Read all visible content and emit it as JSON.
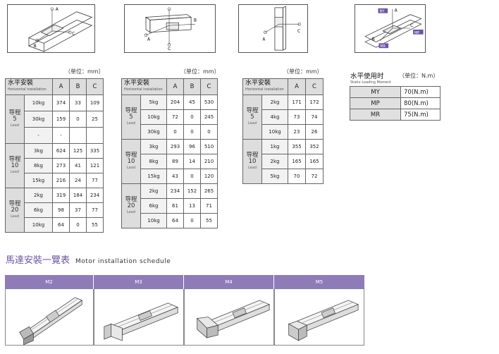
{
  "diagrams": [
    {
      "labels": [
        "A",
        "B",
        "C"
      ]
    },
    {
      "labels": [
        "A",
        "B",
        "C"
      ]
    },
    {
      "labels": [
        "A",
        "C"
      ]
    },
    {
      "labels": [
        "MY",
        "A",
        "MP",
        "MR",
        "B",
        "C"
      ]
    }
  ],
  "table1": {
    "unit": "（单位：mm）",
    "header_cn": "水平安裝",
    "header_en": "Horizontal installation",
    "cols": [
      "A",
      "B",
      "C"
    ],
    "groups": [
      {
        "cn": "导程",
        "num": "5",
        "en": "Lead",
        "rows": [
          [
            "10kg",
            "374",
            "33",
            "109"
          ],
          [
            "30kg",
            "159",
            "0",
            "25"
          ],
          [
            "-",
            "-",
            "",
            ""
          ]
        ]
      },
      {
        "cn": "导程",
        "num": "10",
        "en": "Lead",
        "rows": [
          [
            "3kg",
            "624",
            "125",
            "335"
          ],
          [
            "8kg",
            "273",
            "41",
            "121"
          ],
          [
            "15kg",
            "216",
            "24",
            "77"
          ]
        ]
      },
      {
        "cn": "导程",
        "num": "20",
        "en": "Lead",
        "rows": [
          [
            "2kg",
            "319",
            "184",
            "234"
          ],
          [
            "6kg",
            "98",
            "37",
            "77"
          ],
          [
            "10kg",
            "64",
            "0",
            "55"
          ]
        ]
      }
    ]
  },
  "table2": {
    "unit": "（单位：mm）",
    "header_cn": "水平安裝",
    "header_en": "Horizontal installation",
    "cols": [
      "A",
      "B",
      "C"
    ],
    "groups": [
      {
        "cn": "导程",
        "num": "5",
        "en": "Lead",
        "rows": [
          [
            "5kg",
            "204",
            "45",
            "530"
          ],
          [
            "10kg",
            "72",
            "0",
            "245"
          ],
          [
            "30kg",
            "0",
            "0",
            "0"
          ]
        ]
      },
      {
        "cn": "导程",
        "num": "10",
        "en": "Lead",
        "rows": [
          [
            "3kg",
            "293",
            "96",
            "510"
          ],
          [
            "8kg",
            "89",
            "14",
            "210"
          ],
          [
            "15kg",
            "43",
            "0",
            "120"
          ]
        ]
      },
      {
        "cn": "导程",
        "num": "20",
        "en": "Lead",
        "rows": [
          [
            "2kg",
            "234",
            "152",
            "265"
          ],
          [
            "6kg",
            "61",
            "13",
            "71"
          ],
          [
            "10kg",
            "64",
            "0",
            "55"
          ]
        ]
      }
    ]
  },
  "table3": {
    "unit": "（单位：mm）",
    "header_cn": "水平安裝",
    "header_en": "Horizontal installation",
    "cols": [
      "A",
      "C"
    ],
    "groups": [
      {
        "cn": "导程",
        "num": "5",
        "en": "Lead",
        "rows": [
          [
            "2kg",
            "171",
            "172"
          ],
          [
            "4kg",
            "73",
            "74"
          ],
          [
            "10kg",
            "23",
            "26"
          ]
        ]
      },
      {
        "cn": "导程",
        "num": "10",
        "en": "Lead",
        "rows": [
          [
            "1kg",
            "355",
            "352"
          ],
          [
            "2kg",
            "165",
            "165"
          ],
          [
            "5kg",
            "70",
            "72"
          ]
        ]
      }
    ]
  },
  "moment": {
    "title": "水平使用时",
    "unit": "（单位：N.m）",
    "subtitle": "Statio Loading Moment",
    "rows": [
      [
        "MY",
        "70(N.m)"
      ],
      [
        "MP",
        "80(N.m)"
      ],
      [
        "MR",
        "75(N.m)"
      ]
    ]
  },
  "motor": {
    "title_cn": "馬達安裝一覽表",
    "title_en": "Motor installation schedule",
    "columns": [
      "M2",
      "M3",
      "M4",
      "M5"
    ]
  },
  "colors": {
    "purple_header": "#8e7bb8",
    "title_purple": "#6c54a3",
    "table_header": "#dddddd"
  }
}
